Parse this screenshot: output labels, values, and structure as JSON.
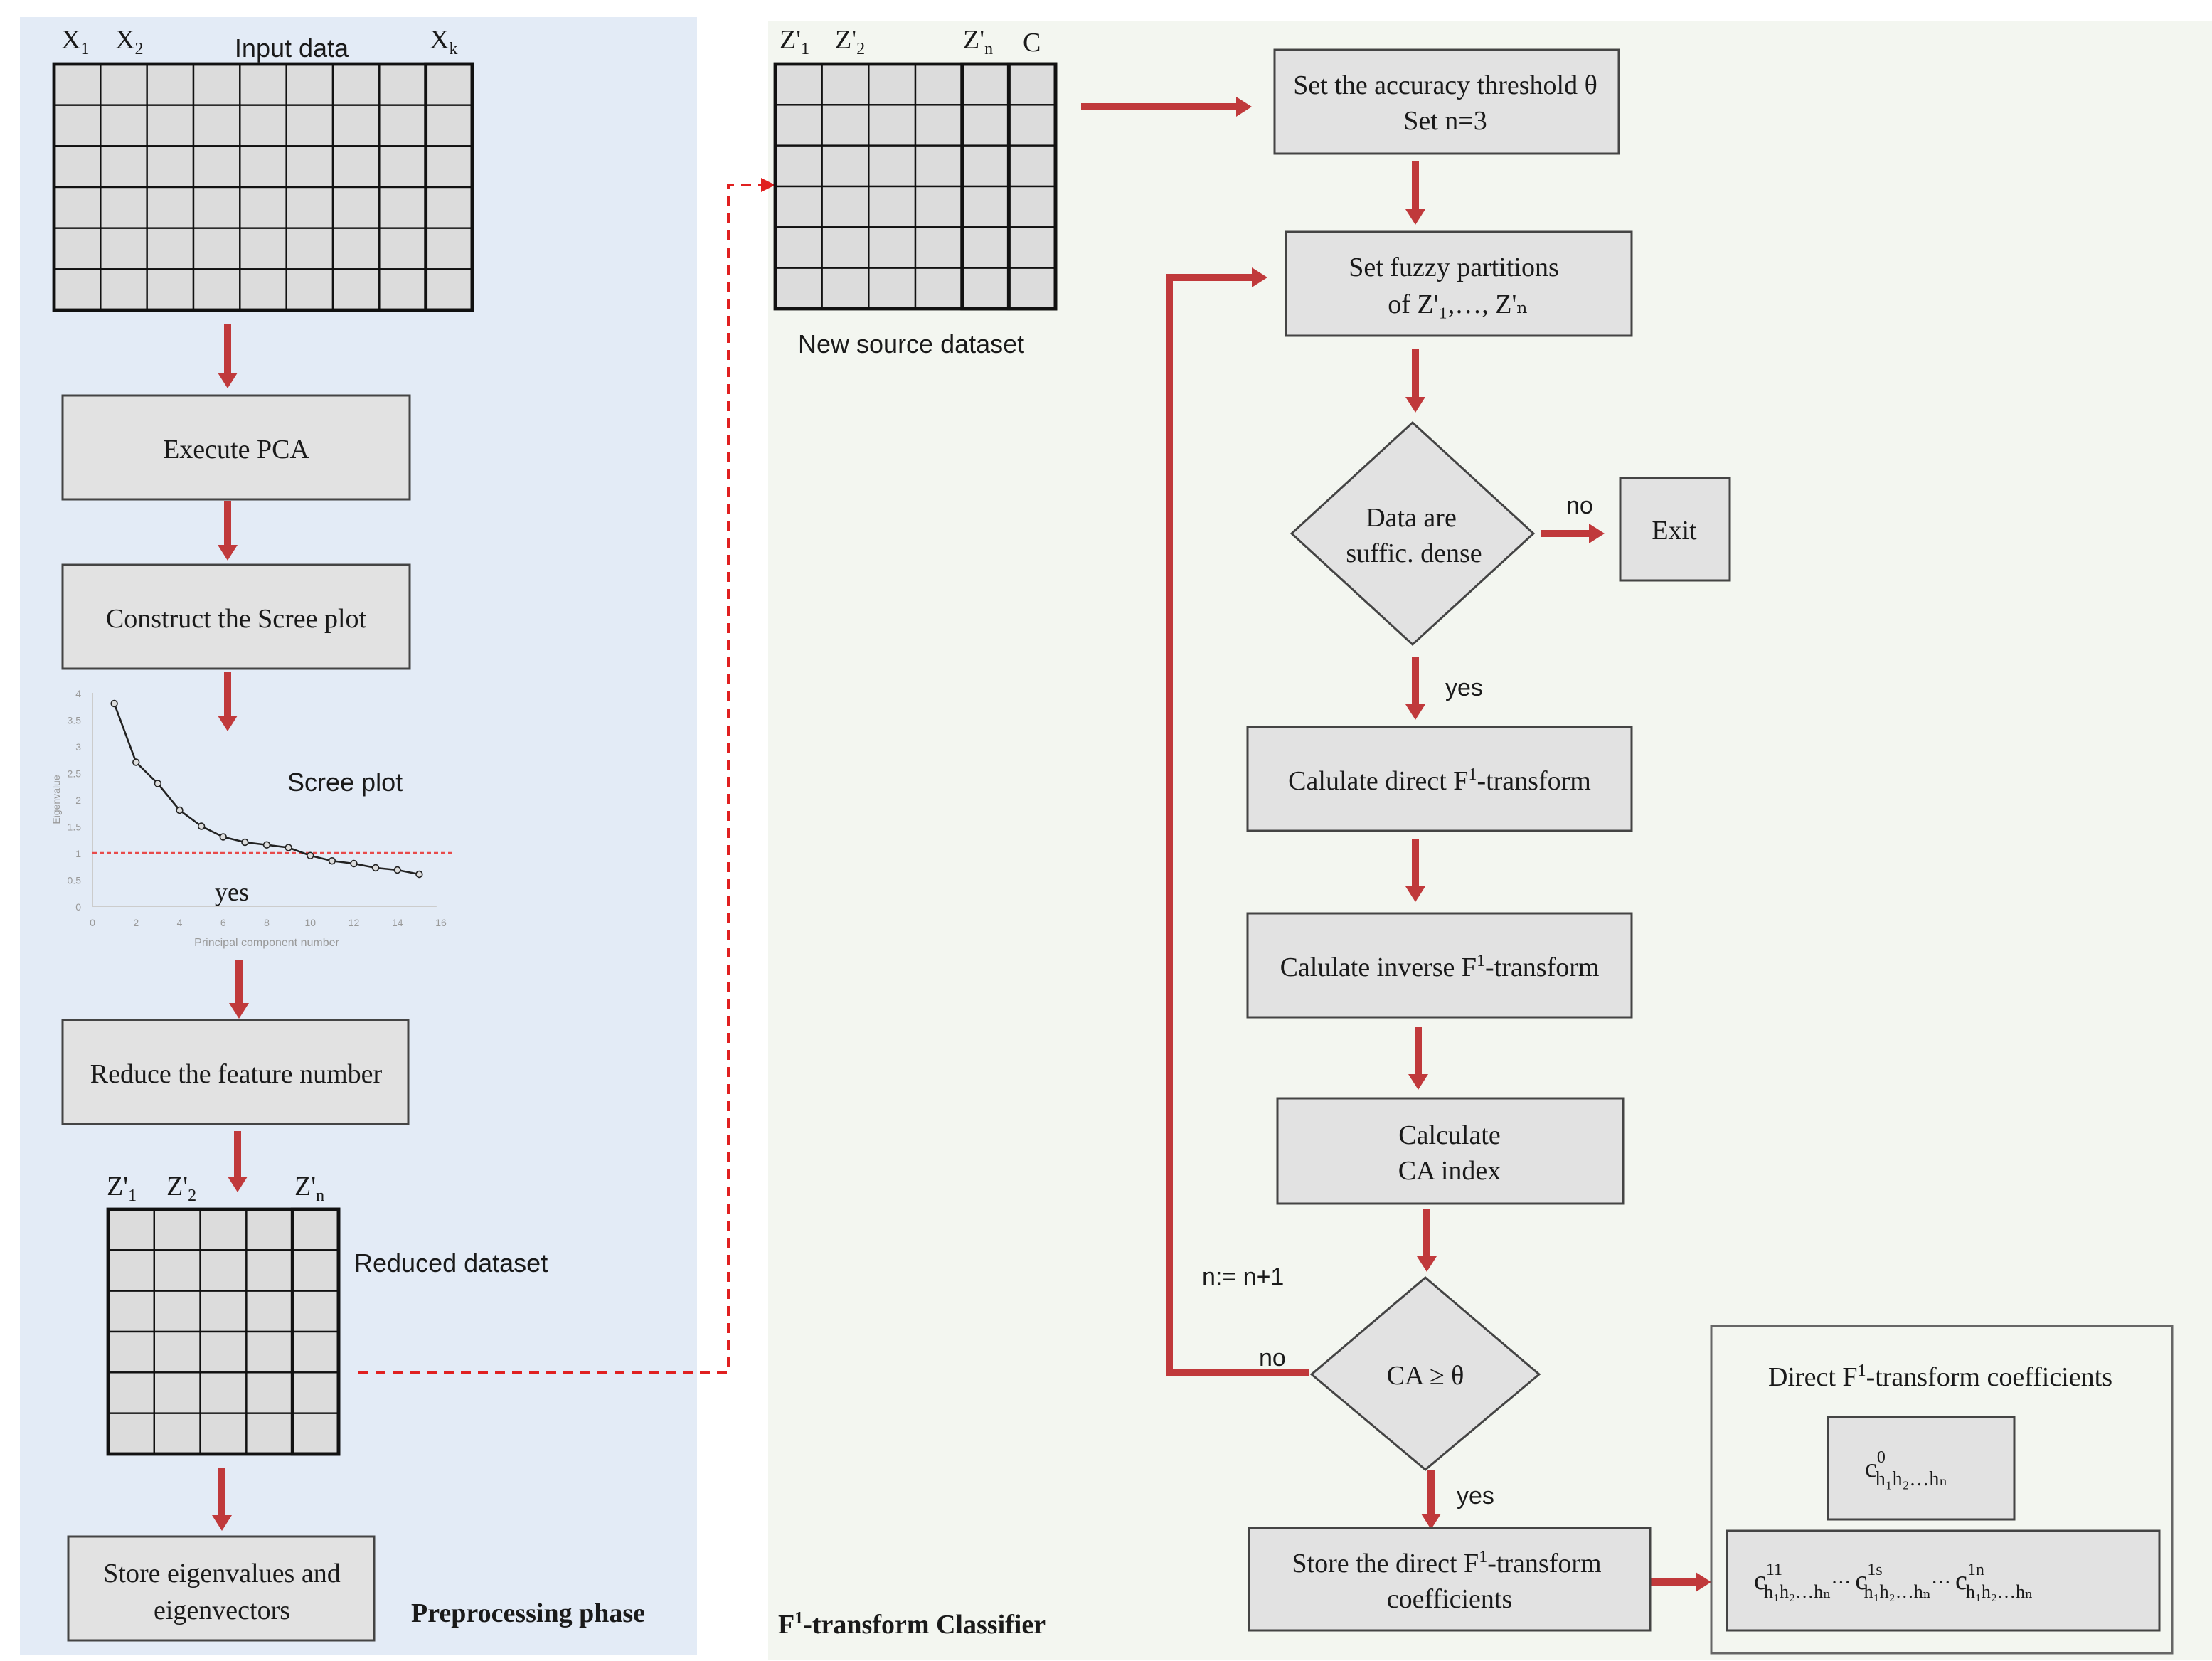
{
  "colors": {
    "arrow": "#c0393b",
    "box": "#e2e2e2",
    "preprocessing_bg": "#e3ebf6",
    "classifier_bg": "#f3f6f0",
    "threshold_line": "#e84a4a"
  },
  "preprocessing": {
    "phase_label": "Preprocessing phase",
    "input": {
      "x1": "X",
      "x1_sub": "1",
      "x2": "X",
      "x2_sub": "2",
      "title": "Input data",
      "xk": "X",
      "xk_sub": "k"
    },
    "execute_pca": "Execute PCA",
    "construct_scree": "Construct the Scree plot",
    "scree_label": "Scree plot",
    "scree_yes": "yes",
    "reduce": "Reduce the feature number",
    "reduced": {
      "z1": "Z'",
      "z1_sub": "1",
      "z2": "Z'",
      "z2_sub": "2",
      "zn": "Z'",
      "zn_sub": "n",
      "title": "Reduced dataset"
    },
    "store_line1": "Store eigenvalues and",
    "store_line2": "eigenvectors"
  },
  "chart_data": {
    "type": "line",
    "xlabel": "Principal component number",
    "ylabel": "Eigenvalue",
    "xlim": [
      0,
      16
    ],
    "ylim": [
      0,
      4
    ],
    "xticks": [
      "0",
      "2",
      "4",
      "6",
      "8",
      "10",
      "12",
      "14",
      "16"
    ],
    "yticks": [
      "0",
      "0.5",
      "1",
      "1.5",
      "2",
      "2.5",
      "3",
      "3.5",
      "4"
    ],
    "x": [
      1,
      2,
      3,
      4,
      5,
      6,
      7,
      8,
      9,
      10,
      11,
      12,
      13,
      14,
      15
    ],
    "values": [
      3.8,
      2.7,
      2.3,
      1.8,
      1.5,
      1.3,
      1.2,
      1.15,
      1.1,
      0.95,
      0.85,
      0.8,
      0.72,
      0.68,
      0.6
    ],
    "threshold": 1,
    "grid": false
  },
  "classifier": {
    "phase_label_pre": "F",
    "phase_label_sup": "1",
    "phase_label_post": "-transform  Classifier",
    "source": {
      "z1": "Z'",
      "z1_sub": "1",
      "z2": "Z'",
      "z2_sub": "2",
      "zn": "Z'",
      "zn_sub": "n",
      "c": "C",
      "title": "New source dataset"
    },
    "set_threshold_1": "Set the accuracy  threshold θ",
    "set_threshold_2": "Set n=3",
    "fuzzy_1": "Set fuzzy partitions",
    "fuzzy_2": "of  Z'₁,…, Z'ₙ",
    "dense_1": "Data are",
    "dense_2": "suffic. dense",
    "no1": "no",
    "exit": "Exit",
    "yes1": "yes",
    "direct_pre": "Calulate direct F",
    "direct_sup": "1",
    "direct_post": "-transform",
    "inverse_pre": "Calulate inverse F",
    "inverse_sup": "1",
    "inverse_post": "-transform",
    "ca_1": "Calculate",
    "ca_2": "CA index",
    "increment": "n:= n+1",
    "no2": "no",
    "ca_cond": "CA ≥ θ",
    "yes2": "yes",
    "store_pre": "Store the direct F",
    "store_sup": "1",
    "store_post": "-transform",
    "store_2": "coefficients",
    "coef_title_pre": "Direct F",
    "coef_title_sup": "1",
    "coef_title_post": "-transform coefficients",
    "c": "c",
    "c0_sup": "0",
    "c_sub": "h₁h₂…hₙ",
    "c11_sup": "11",
    "c1s_sup": "1s",
    "c1n_sup": "1n",
    "ellipsis": "···"
  }
}
